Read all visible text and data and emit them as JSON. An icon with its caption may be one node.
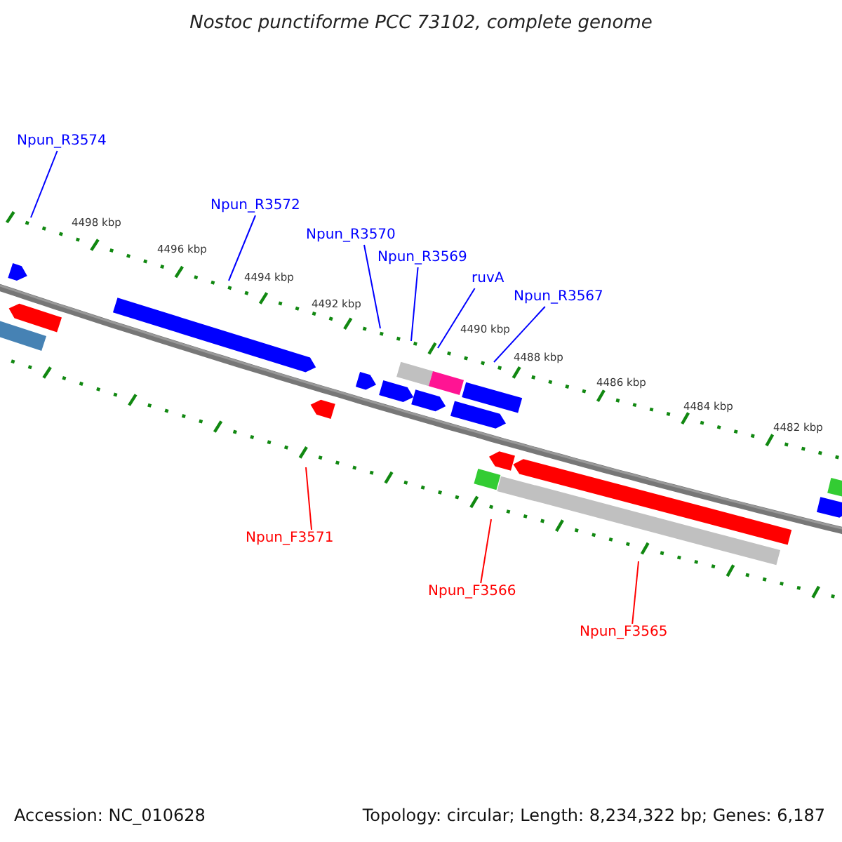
{
  "diagram": {
    "title": "Nostoc punctiforme PCC 73102, complete genome",
    "nodes": [
      {
        "text": [
          "Npun_R3574"
        ]
      },
      {
        "text": [
          "Npun_R3572"
        ]
      },
      {
        "text": [
          "Npun_R3570"
        ]
      },
      {
        "text": [
          "Npun_R3569"
        ]
      },
      {
        "text": [
          "ruvA"
        ]
      },
      {
        "text": [
          "Npun_R3567"
        ]
      },
      {
        "text": [
          "Npun_F3571"
        ]
      },
      {
        "text": [
          "Npun_F3566"
        ]
      },
      {
        "text": [
          "Npun_F3565"
        ]
      }
    ],
    "edges": [
      {
        "from": 0,
        "to": null,
        "arrow": "none"
      },
      {
        "from": 1,
        "to": null,
        "arrow": "none"
      },
      {
        "from": 2,
        "to": null,
        "arrow": "none"
      },
      {
        "from": 3,
        "to": null,
        "arrow": "none"
      },
      {
        "from": 4,
        "to": null,
        "arrow": "none"
      },
      {
        "from": 5,
        "to": null,
        "arrow": "none"
      },
      {
        "from": 6,
        "to": null,
        "arrow": "none",
        "color": "#ff0000"
      },
      {
        "from": 7,
        "to": null,
        "arrow": "none",
        "color": "#ff0000"
      },
      {
        "from": 8,
        "to": null,
        "arrow": "none",
        "color": "#ff0000"
      }
    ],
    "labels": [
      "4498 kbp",
      "4496 kbp",
      "4494 kbp",
      "4492 kbp",
      "4490 kbp",
      "4488 kbp",
      "4486 kbp",
      "4484 kbp",
      "4482 kbp",
      "Accession: NC_010628",
      "Topology: circular; Length: 8,234,322 bp; Genes: 6,187"
    ]
  }
}
